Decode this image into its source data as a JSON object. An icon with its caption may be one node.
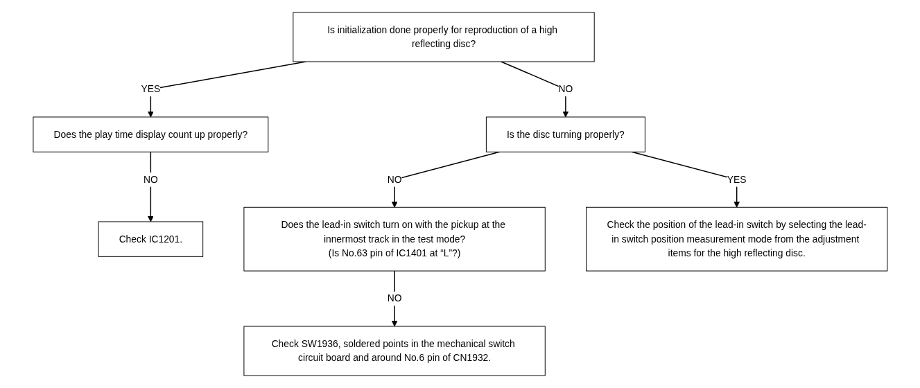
{
  "diagram": {
    "nodes": [
      {
        "text": [
          "Is initialization done properly for reproduction of a high reflecting disc?"
        ]
      },
      {
        "text": [
          "Does the play time display count up properly?"
        ]
      },
      {
        "text": [
          "Check IC1201."
        ]
      },
      {
        "text": [
          "Is the disc turning properly?"
        ]
      },
      {
        "text": [
          "Does the lead-in switch turn on with the pickup at the innermost track in the test mode?",
          "(Is No.63 pin of IC1401 at “L”?)"
        ]
      },
      {
        "text": [
          "Check SW1936, soldered points in the mechanical switch circuit board and around No.6 pin of CN1932."
        ]
      },
      {
        "text": [
          "Check the position of the lead-in switch by selecting the lead-in switch position measurement mode from the adjustment items for the high reflecting disc."
        ]
      }
    ],
    "edges": [
      {
        "from": 0,
        "to": 1,
        "arrow": "to",
        "label": "YES"
      },
      {
        "from": 1,
        "to": 2,
        "arrow": "to",
        "label": "NO"
      },
      {
        "from": 0,
        "to": 3,
        "arrow": "to",
        "label": "NO"
      },
      {
        "from": 3,
        "to": 4,
        "arrow": "to",
        "label": "NO"
      },
      {
        "from": 4,
        "to": 5,
        "arrow": "to",
        "label": "NO"
      },
      {
        "from": 3,
        "to": 6,
        "arrow": "to",
        "label": "YES"
      }
    ]
  }
}
